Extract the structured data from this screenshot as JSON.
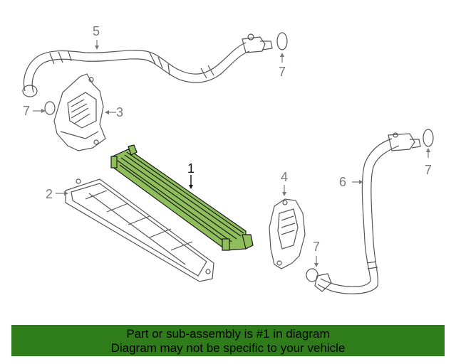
{
  "callouts": {
    "c1": "1",
    "c2": "2",
    "c3": "3",
    "c4": "4",
    "c5": "5",
    "c6": "6",
    "c7a": "7",
    "c7b": "7",
    "c7c": "7",
    "c7d": "7"
  },
  "banner": {
    "line1": "Part or sub-assembly is #1 in diagram",
    "line2": "Diagram may not be specific to your vehicle"
  },
  "colors": {
    "highlight": "#2e7d1a",
    "part_green": "#8fbf5a",
    "line_gray": "#555555",
    "label_gray": "#7a7a7a"
  }
}
